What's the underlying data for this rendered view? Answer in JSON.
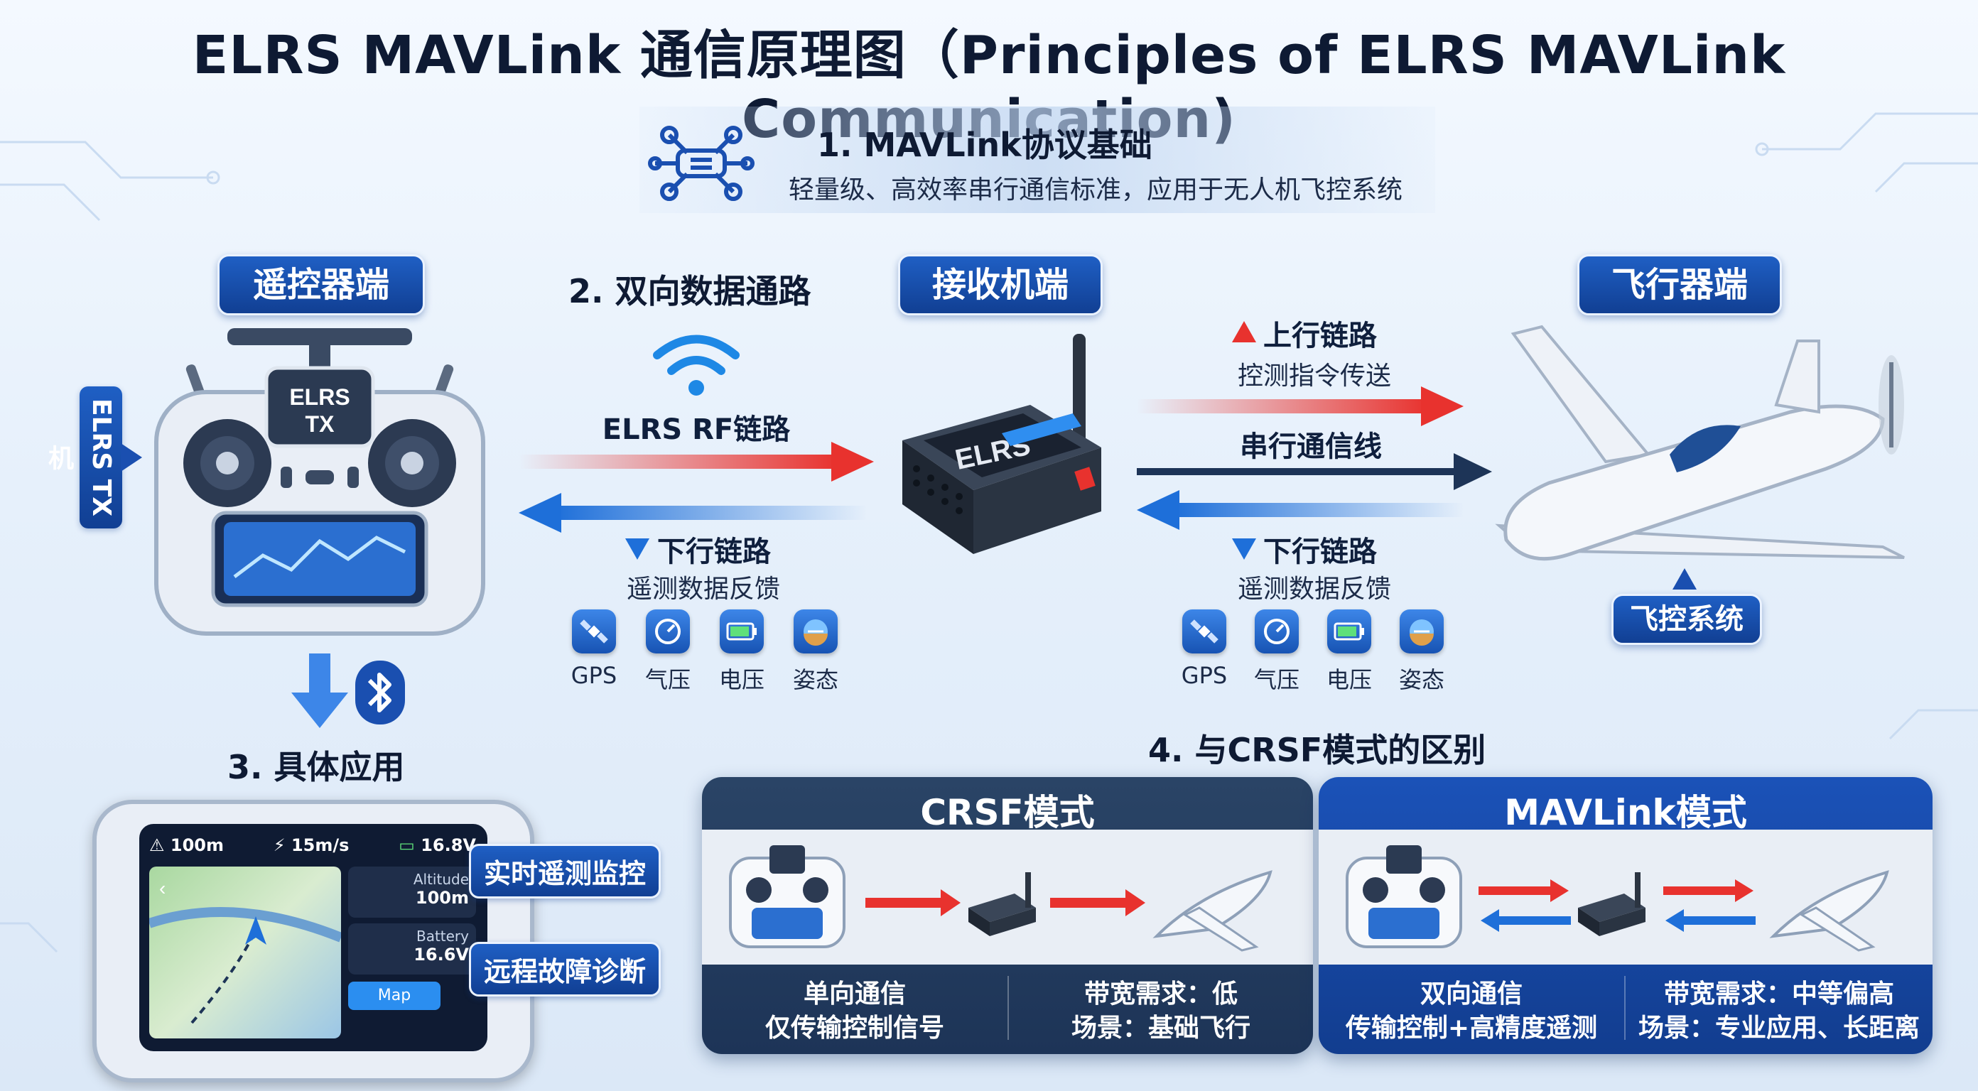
{
  "title": "ELRS MAVLink 通信原理图（Principles of ELRS MAVLink Communication)",
  "section1": {
    "heading": "1. MAVLink协议基础",
    "description": "轻量级、高效率串行通信标准，应用于无人机飞控系统",
    "icon": "network-nodes-icon"
  },
  "nodes": {
    "controller": "遥控器端",
    "receiver": "接收机端",
    "aircraft": "飞行器端",
    "tx_module_label": "ELRS TX机",
    "controller_badge": "ELRS\nTX",
    "receiver_badge": "ELRS",
    "flight_control": "飞控系统"
  },
  "section2": {
    "heading": "2. 双向数据通路",
    "rf_link": "ELRS RF链路",
    "downlink_title": "下行链路",
    "downlink_desc": "遥测数据反馈"
  },
  "right_links": {
    "uplink_title": "上行链路",
    "uplink_desc": "控测指令传送",
    "serial_line": "串行通信线",
    "downlink_title": "下行链路",
    "downlink_desc": "遥测数据反馈"
  },
  "telemetry_icons_left": [
    {
      "label": "GPS",
      "icon": "satellite-icon"
    },
    {
      "label": "气压",
      "icon": "gauge-icon"
    },
    {
      "label": "电压",
      "icon": "battery-icon"
    },
    {
      "label": "姿态",
      "icon": "attitude-indicator-icon"
    }
  ],
  "telemetry_icons_right": [
    {
      "label": "GPS",
      "icon": "satellite-icon"
    },
    {
      "label": "气压",
      "icon": "gauge-icon"
    },
    {
      "label": "电压",
      "icon": "battery-icon"
    },
    {
      "label": "姿态",
      "icon": "attitude-indicator-icon"
    }
  ],
  "section3": {
    "heading": "3. 具体应用",
    "callout_monitor": "实时遥测监控",
    "callout_diagnosis": "远程故障诊断",
    "screen": {
      "distance": "100m",
      "speed": "15m/s",
      "voltage": "16.8V",
      "altitude_label": "Altitude",
      "altitude_value": "100m",
      "battery_label": "Battery",
      "battery_value": "16.6V",
      "map_button": "Map"
    }
  },
  "section4": {
    "heading": "4. 与CRSF模式的区别",
    "crsf": {
      "title": "CRSF模式",
      "left_line1": "单向通信",
      "left_line2": "仅传输控制信号",
      "right_line1": "带宽需求：低",
      "right_line2": "场景：基础飞行"
    },
    "mavlink": {
      "title": "MAVLink模式",
      "left_line1": "双向通信",
      "left_line2": "传输控制+高精度遥测",
      "right_line1": "带宽需求：中等偏高",
      "right_line2": "场景：专业应用、长距离"
    }
  },
  "colors": {
    "accent_blue": "#1a4fb0",
    "uplink_red": "#e8322e",
    "crsf_panel": "#1d3457",
    "mavlink_panel": "#123d8f"
  }
}
